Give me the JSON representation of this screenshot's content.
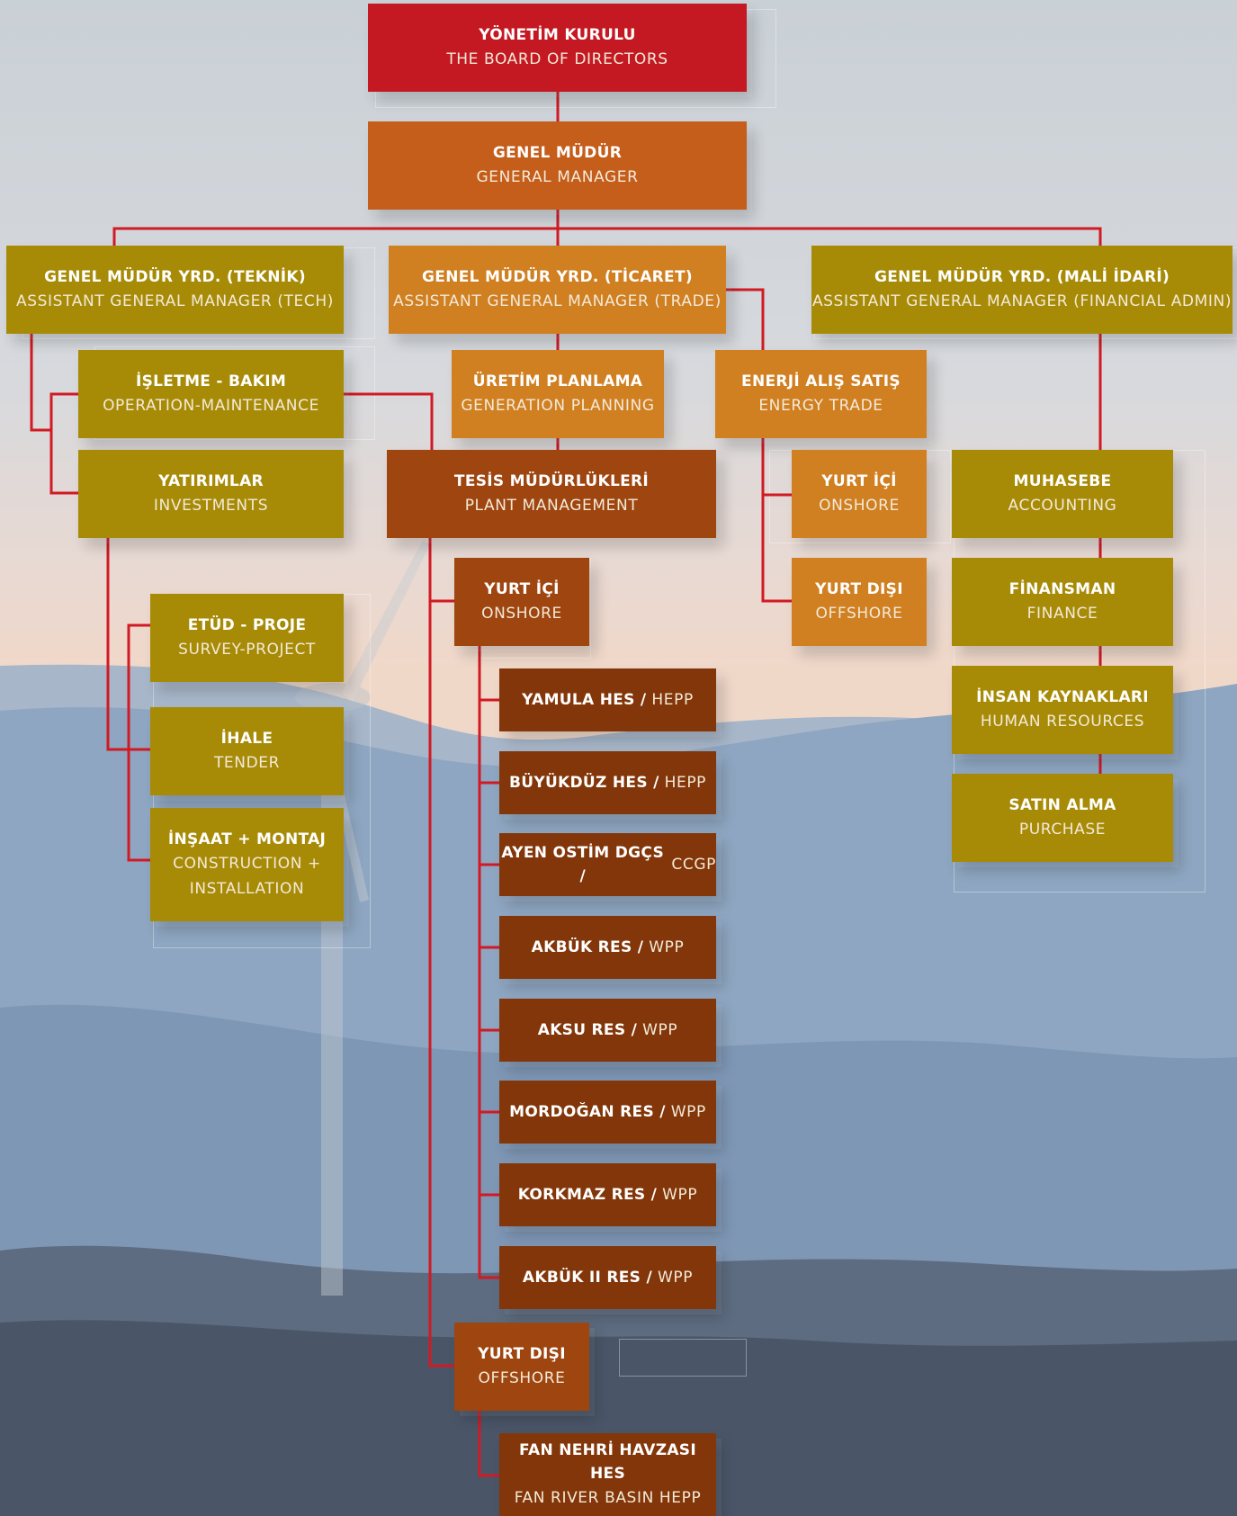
{
  "colors": {
    "board": "#c41922",
    "general_manager": "#c55d1b",
    "tech": "#a78b07",
    "trade": "#d07f21",
    "plant": "#9e4510",
    "plant_units": "#823609",
    "connector": "#d11a24"
  },
  "board": {
    "tr": "YÖNETİM KURULU",
    "en": "THE BOARD OF DIRECTORS"
  },
  "gm": {
    "tr": "GENEL MÜDÜR",
    "en": "GENERAL MANAGER"
  },
  "agm_tech": {
    "tr": "GENEL MÜDÜR YRD. (TEKNİK)",
    "en": "ASSISTANT GENERAL MANAGER (TECH)"
  },
  "agm_trade": {
    "tr": "GENEL MÜDÜR YRD. (TİCARET)",
    "en": "ASSISTANT GENERAL MANAGER (TRADE)"
  },
  "agm_fin": {
    "tr": "GENEL MÜDÜR YRD. (MALİ İDARİ)",
    "en": "ASSISTANT GENERAL MANAGER (FINANCIAL ADMIN)"
  },
  "tech": {
    "operation": {
      "tr": "İŞLETME - BAKIM",
      "en": "OPERATION-MAINTENANCE"
    },
    "investments": {
      "tr": "YATIRIMLAR",
      "en": "INVESTMENTS"
    },
    "survey": {
      "tr": "ETÜD - PROJE",
      "en": "SURVEY-PROJECT"
    },
    "tender": {
      "tr": "İHALE",
      "en": "TENDER"
    },
    "construction": {
      "tr": "İNŞAAT + MONTAJ",
      "en": "CONSTRUCTION +",
      "en2": "INSTALLATION"
    }
  },
  "trade": {
    "generation": {
      "tr": "ÜRETİM PLANLAMA",
      "en": "GENERATION PLANNING"
    },
    "energy": {
      "tr": "ENERJİ ALIŞ SATIŞ",
      "en": "ENERGY TRADE"
    },
    "energy_onshore": {
      "tr": "YURT İÇİ",
      "en": "ONSHORE"
    },
    "energy_offshore": {
      "tr": "YURT DIŞI",
      "en": "OFFSHORE"
    }
  },
  "plant": {
    "main": {
      "tr": "TESİS MÜDÜRLÜKLERİ",
      "en": "PLANT MANAGEMENT"
    },
    "onshore": {
      "tr": "YURT İÇİ",
      "en": "ONSHORE"
    },
    "offshore": {
      "tr": "YURT DIŞI",
      "en": "OFFSHORE"
    },
    "units": [
      {
        "tr": "YAMULA HES /",
        "en": "HEPP"
      },
      {
        "tr": "BÜYÜKDÜZ HES /",
        "en": "HEPP"
      },
      {
        "tr": "AYEN OSTİM DGÇS /",
        "en": "CCGP"
      },
      {
        "tr": "AKBÜK RES /",
        "en": "WPP"
      },
      {
        "tr": "AKSU RES /",
        "en": "WPP"
      },
      {
        "tr": "MORDOĞAN RES /",
        "en": "WPP"
      },
      {
        "tr": "KORKMAZ RES /",
        "en": "WPP"
      },
      {
        "tr": "AKBÜK II RES /",
        "en": "WPP"
      }
    ],
    "fan": {
      "tr": "FAN NEHRİ HAVZASI HES",
      "en": "FAN RIVER BASIN HEPP"
    }
  },
  "fin": {
    "accounting": {
      "tr": "MUHASEBE",
      "en": "ACCOUNTING"
    },
    "finance": {
      "tr": "FİNANSMAN",
      "en": "FINANCE"
    },
    "hr": {
      "tr": "İNSAN KAYNAKLARI",
      "en": "HUMAN RESOURCES"
    },
    "purchase": {
      "tr": "SATIN ALMA",
      "en": "PURCHASE"
    }
  }
}
